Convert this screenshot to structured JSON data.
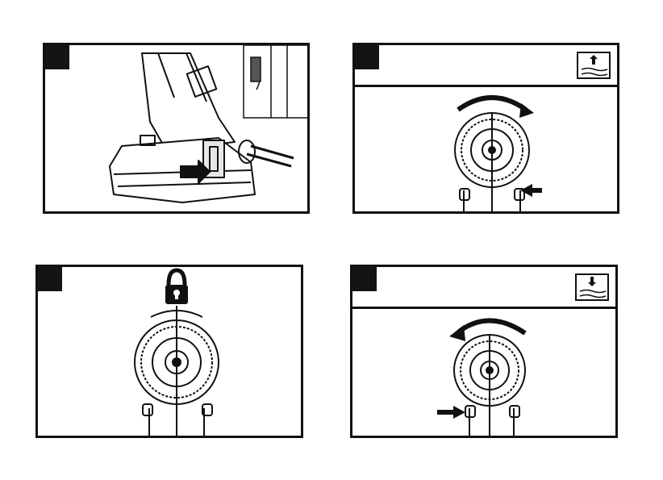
{
  "panels": [
    {
      "number": "",
      "icon": "battery-insert-illustration"
    },
    {
      "number": "",
      "icon": "drill-mode-icon",
      "direction": "clockwise"
    },
    {
      "number": "",
      "icon": "lock-icon"
    },
    {
      "number": "",
      "icon": "screw-remove-icon",
      "direction": "counterclockwise"
    }
  ],
  "colors": {
    "line": "#111111",
    "badge": "#141414",
    "fill": "#ffffff"
  }
}
